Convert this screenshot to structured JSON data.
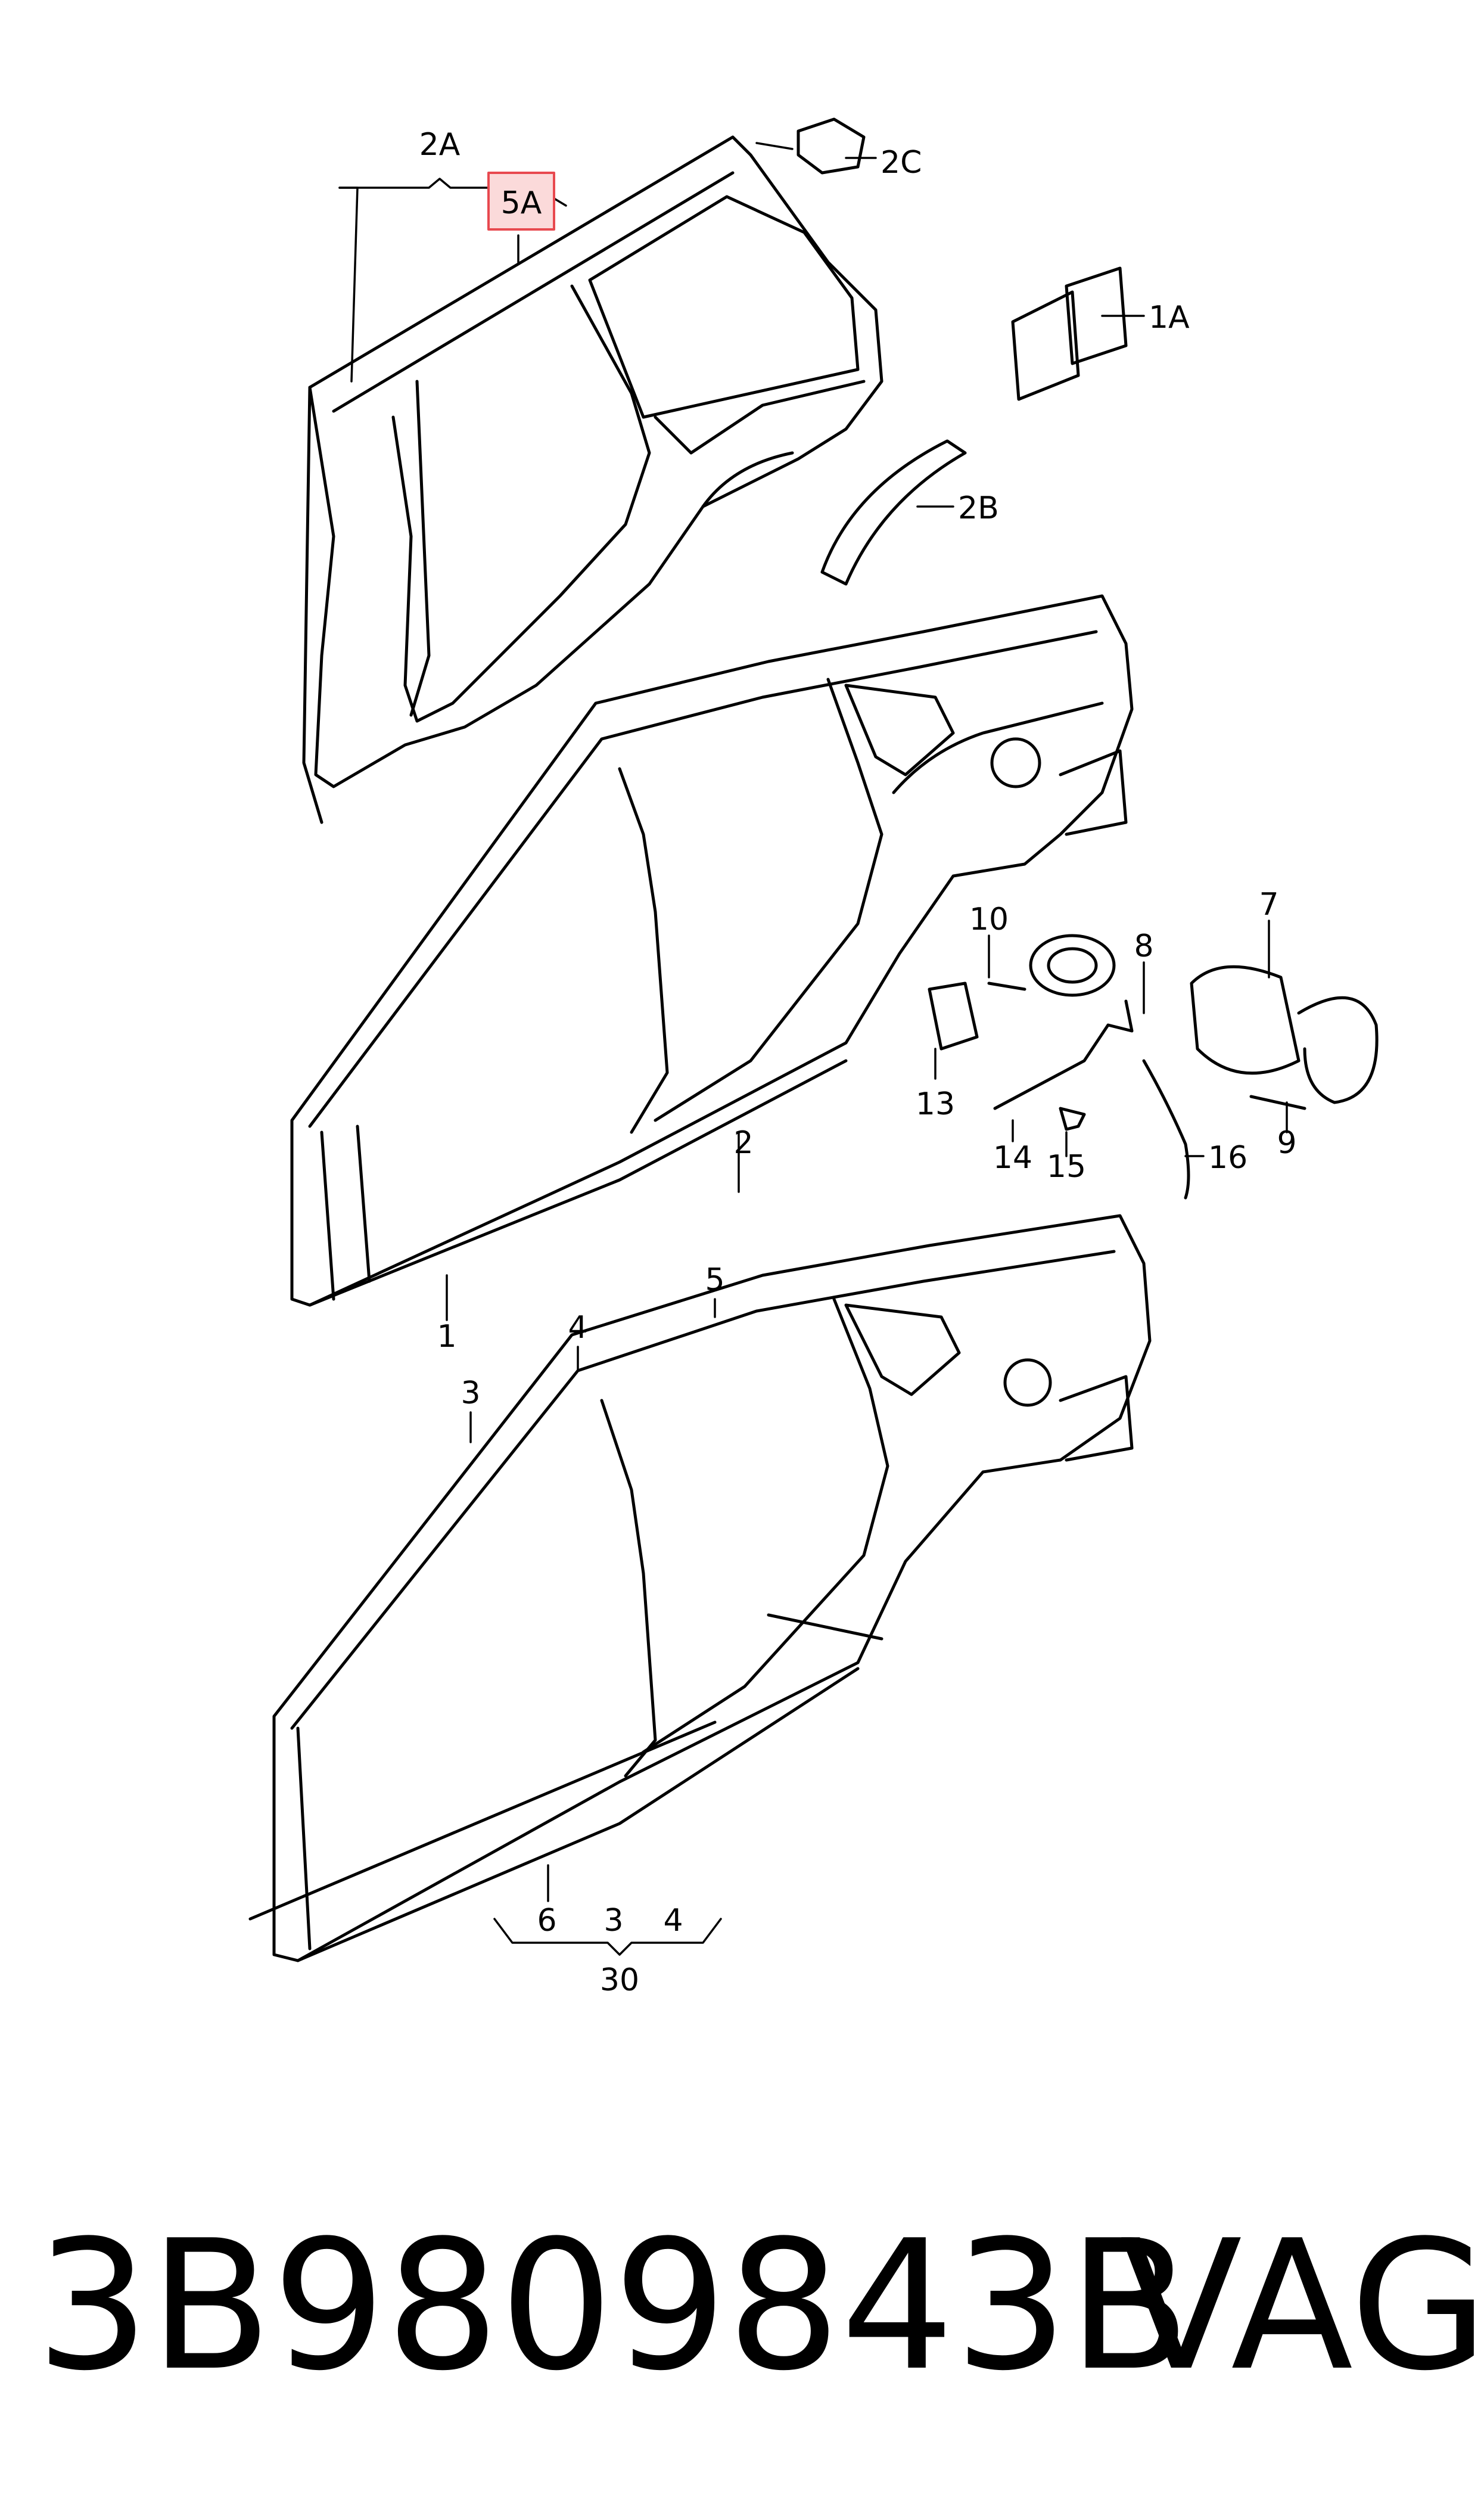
{
  "diagram": {
    "callouts": {
      "c1": "1",
      "c1A": "1A",
      "c2": "2",
      "c2A": "2A",
      "c2B": "2B",
      "c2C": "2C",
      "c3": "3",
      "c3b": "3",
      "c4": "4",
      "c4b": "4",
      "c5": "5",
      "c5A": "5A",
      "c6": "6",
      "c7": "7",
      "c8": "8",
      "c9": "9",
      "c10": "10",
      "c13": "13",
      "c14": "14",
      "c15": "15",
      "c16": "16",
      "c30": "30"
    },
    "highlight_color": "#e8494f"
  },
  "footer": {
    "part_number": "3B9809843B",
    "brand": "VAG"
  }
}
